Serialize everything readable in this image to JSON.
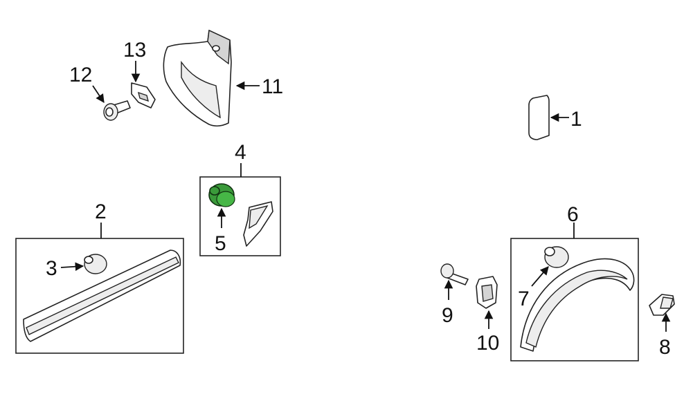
{
  "diagram": {
    "highlight_color": "#3a9a3a",
    "callouts": {
      "c1": "1",
      "c2": "2",
      "c3": "3",
      "c4": "4",
      "c5": "5",
      "c6": "6",
      "c7": "7",
      "c8": "8",
      "c9": "9",
      "c10": "10",
      "c11": "11",
      "c12": "12",
      "c13": "13"
    },
    "highlighted_part": "5"
  }
}
